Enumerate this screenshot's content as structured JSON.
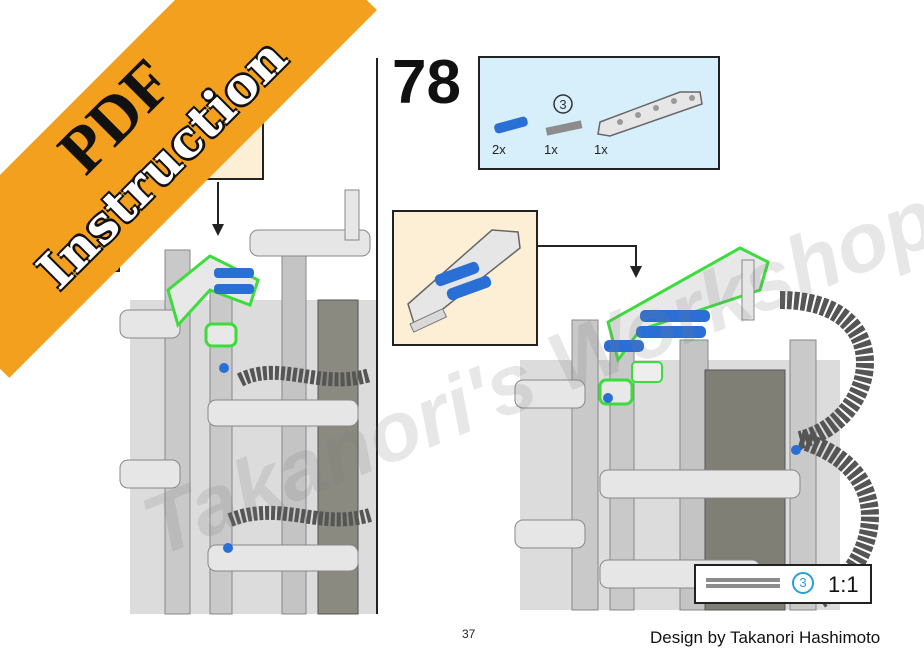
{
  "banner": {
    "line1": "PDF",
    "line2": "Instruction",
    "color": "#f2a01e"
  },
  "step": {
    "number": "78"
  },
  "parts": {
    "items": [
      {
        "icon": "blue-axle-pin-icon",
        "qty": "2x"
      },
      {
        "icon": "gray-axle-3-icon",
        "label": "3",
        "qty": "1x"
      },
      {
        "icon": "gray-bent-liftarm-icon",
        "qty": "1x"
      }
    ],
    "background": "#d7eefb"
  },
  "callout": {
    "background": "#fcefd6"
  },
  "highlight_color": "#3ddc3d",
  "accent_blue": "#2a6fd6",
  "scale": {
    "label": "3",
    "ratio": "1:1"
  },
  "watermark": "Takanori's Workshop",
  "page_number": "37",
  "credit": "Design by Takanori Hashimoto"
}
